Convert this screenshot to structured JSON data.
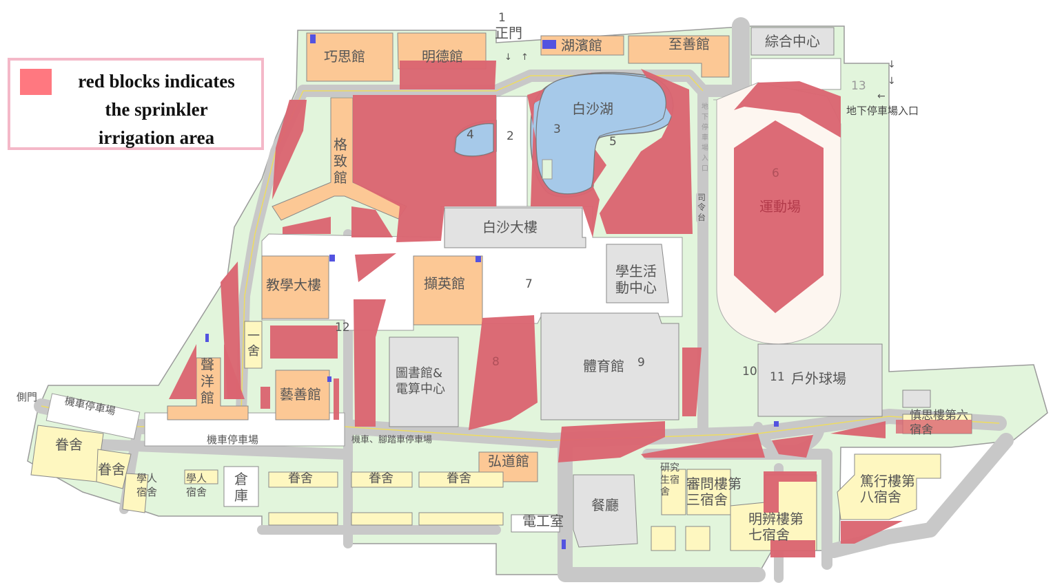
{
  "legend": {
    "swatch_color": "#ff7880",
    "lines": [
      "red blocks indicates",
      "the sprinkler",
      "irrigation area"
    ]
  },
  "colors": {
    "sprinkler_area": "#db6570",
    "academic_building": "#fcc895",
    "dormitory": "#fef7c0",
    "facility": "#e2e2e2",
    "green_space": "#e2f5dc",
    "road": "#c8c8c8",
    "lake": "#a6c9e9",
    "track": "#fdf6f0",
    "marker": "#5353e0"
  },
  "buildings": {
    "qiaosi": "巧思館",
    "mingde": "明德館",
    "main_gate": "正門",
    "hubin": "湖濱館",
    "zhishan": "至善館",
    "zonghe": "綜合中心",
    "gezhi": "格致館",
    "baisha_lake": "白沙湖",
    "baisha_building": "白沙大樓",
    "sports_field": "運動場",
    "siling_tai": "司令台",
    "teaching_building": "教學大樓",
    "xieying": "擷英館",
    "student_center": "學生活動中心",
    "library": "圖書館&電算中心",
    "gymnasium": "體育館",
    "outdoor_courts": "戶外球場",
    "dorm_one": "一舍",
    "yiyang": "聲洋館",
    "yishan": "藝善館",
    "side_gate": "側門",
    "motorcycle_parking_1": "機車停車場",
    "motorcycle_parking_2": "機車停車場",
    "moto_bike_parking": "機車、腳踏車停車場",
    "hongdao": "弘道館",
    "juan_she_1": "眷舍",
    "juan_she_2": "眷舍",
    "juan_she_3": "眷舍",
    "juan_she_4": "眷舍",
    "juan_she_5": "眷舍",
    "xueren_1": "學人宿舍",
    "xueren_2": "學人宿舍",
    "warehouse": "倉庫",
    "dining_hall": "餐廳",
    "electrical_room": "電工室",
    "grad_dorm": "研究生宿舍",
    "dorm_three": "審問樓第三宿舍",
    "dorm_seven": "明辨樓第七宿舍",
    "dorm_eight": "篤行樓第八宿舍",
    "dorm_six": "慎思樓第六宿舍",
    "underground_parking": "地下停車場入口",
    "underground_parking_vertical": "地下停車場入口"
  },
  "markers": {
    "m1": "1",
    "m2": "2",
    "m3": "3",
    "m4": "4",
    "m5": "5",
    "m6": "6",
    "m7": "7",
    "m8": "8",
    "m9": "9",
    "m10": "10",
    "m11": "11",
    "m12": "12",
    "m13": "13",
    "m13b": "13"
  },
  "arrows": {
    "down": "↓",
    "up": "↑",
    "left": "←"
  }
}
